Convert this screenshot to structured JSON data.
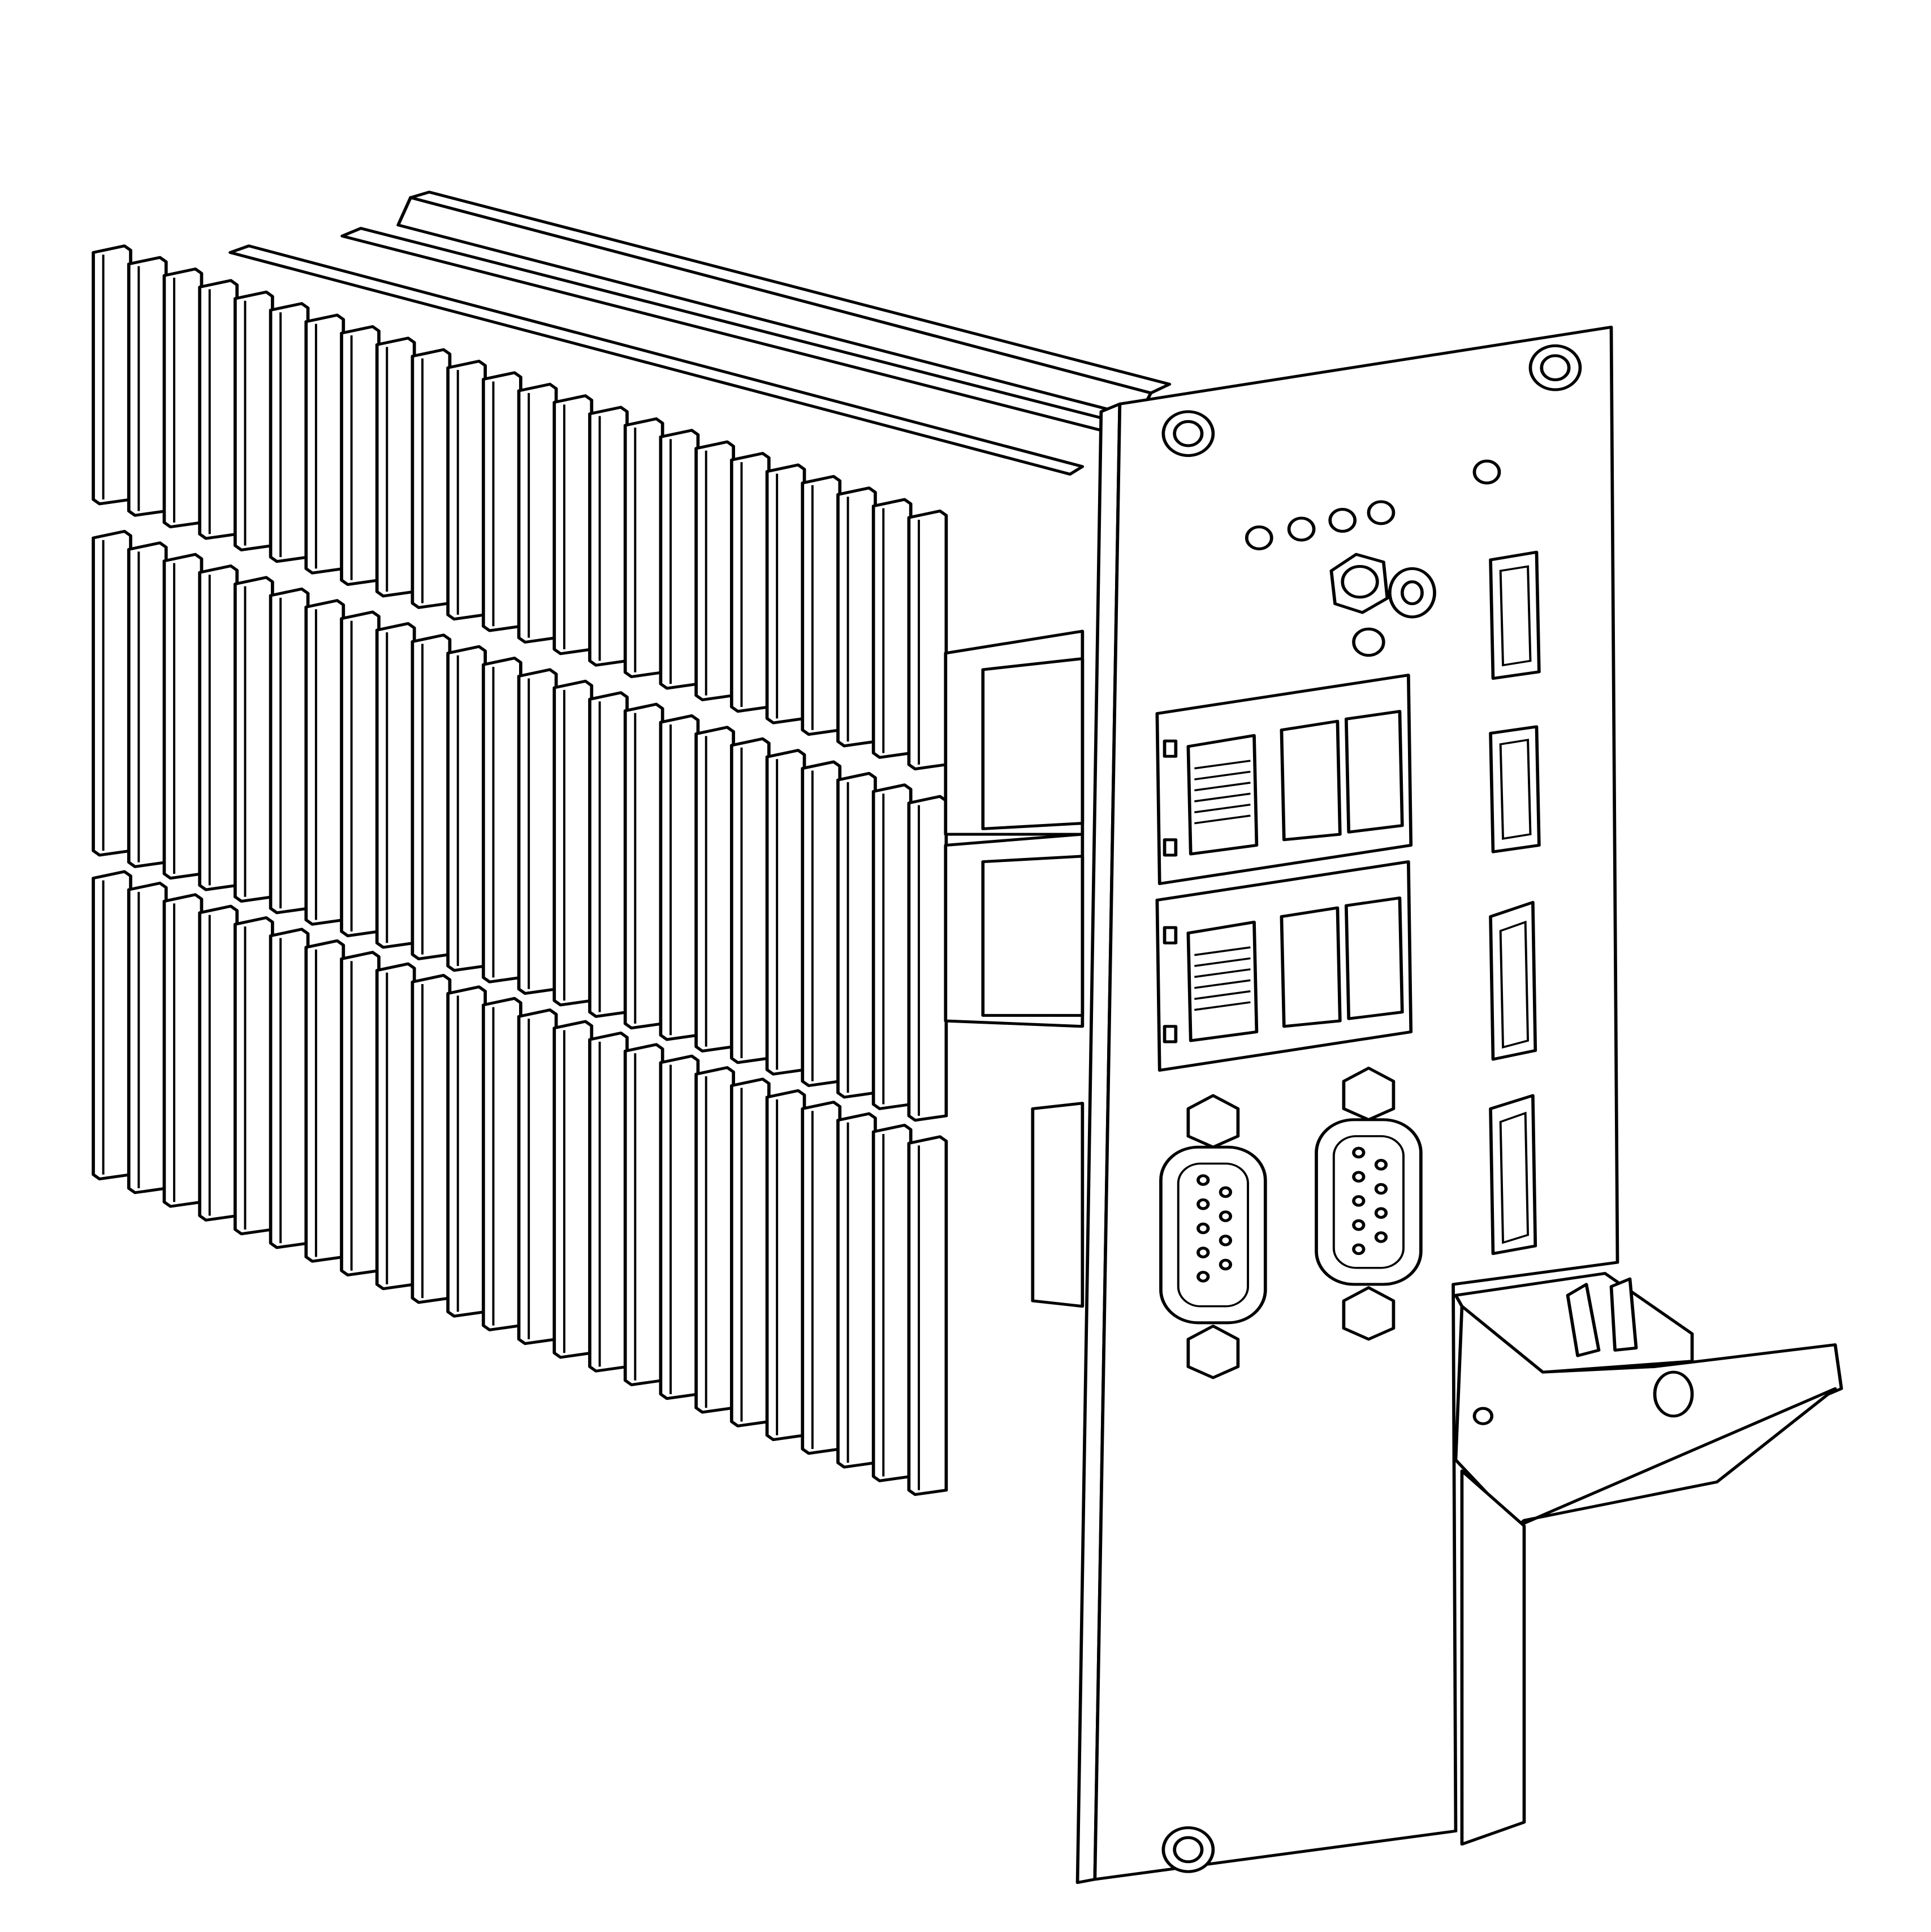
{
  "drawing": {
    "style": "black line art on white",
    "line_color": "#000000",
    "background_color": "#ffffff",
    "components": [
      "heatsink",
      "front-panel",
      "led-indicators",
      "sma-connector",
      "ethernet-usb-ports",
      "usb-ports",
      "display-ports",
      "serial-db9-connectors",
      "ejector-handle",
      "panel-screws"
    ]
  }
}
